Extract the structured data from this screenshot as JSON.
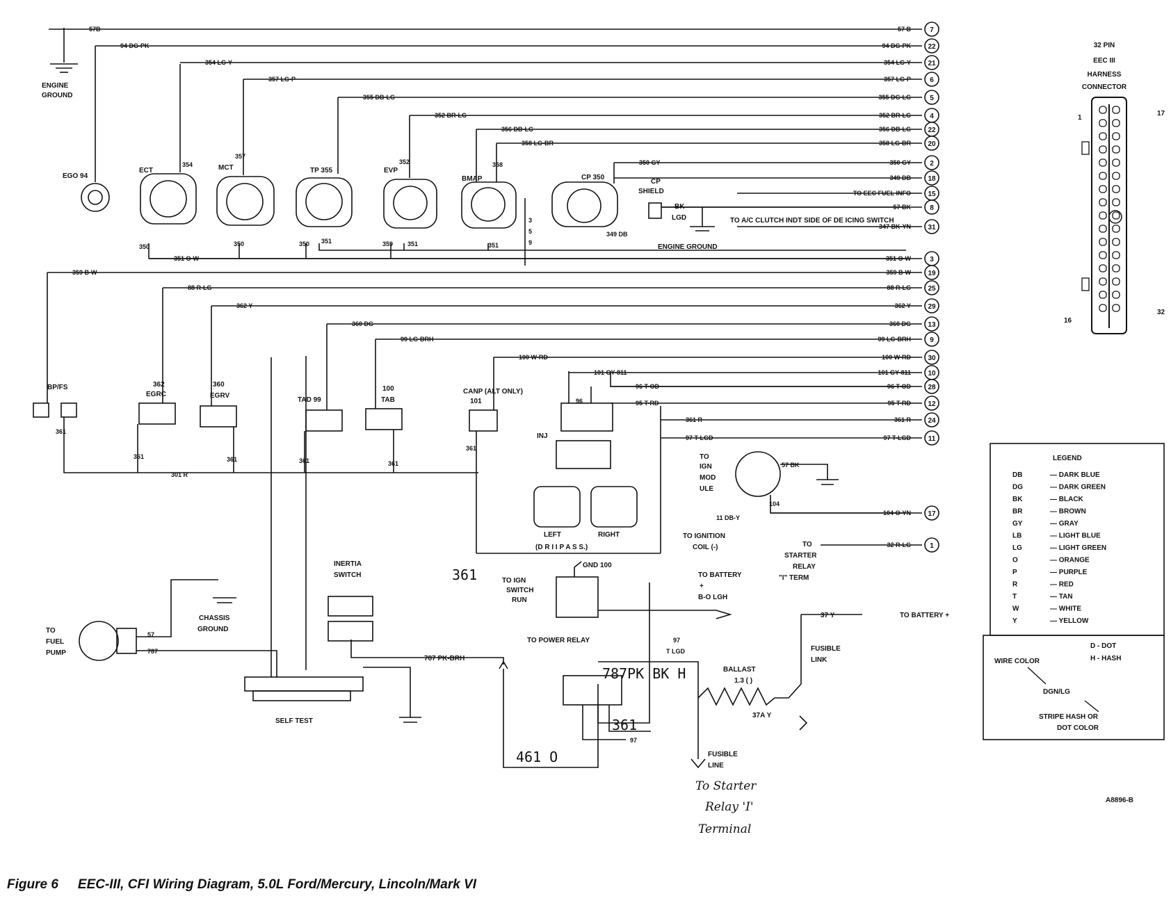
{
  "caption": {
    "figure": "Figure 6",
    "title": "EEC-III, CFI Wiring Diagram, 5.0L Ford/Mercury, Lincoln/Mark VI"
  },
  "harness_connector": {
    "title_lines": [
      "32 PIN",
      "EEC III",
      "HARNESS",
      "CONNECTOR"
    ],
    "pin_labels": [
      "1",
      "17",
      "16",
      "32"
    ]
  },
  "wires": [
    {
      "left": "57B",
      "right": "57 B",
      "pin": "7"
    },
    {
      "left": "94 DG-PK",
      "right": "94 DG-PK",
      "pin": "22"
    },
    {
      "left": "354 LG-Y",
      "right": "354 LG-Y",
      "pin": "21"
    },
    {
      "left": "357 LG-P",
      "right": "357 LG-P",
      "pin": "6"
    },
    {
      "left": "355 DB-LG",
      "right": "355 DG-LG",
      "pin": "5"
    },
    {
      "left": "352 BR-LG",
      "right": "352 BR-LG",
      "pin": "4"
    },
    {
      "left": "356 DB-LG",
      "right": "356 DB-LG",
      "pin": "22"
    },
    {
      "left": "358 LG-BR",
      "right": "358 LG-BR",
      "pin": "20"
    },
    {
      "left": "350 GY",
      "right": "350 GY",
      "pin": "2"
    },
    {
      "left": "",
      "right": "349 DB",
      "pin": "18"
    },
    {
      "left": "",
      "right": "TO EEC FUEL INFO",
      "pin": "15"
    },
    {
      "left": "",
      "right": "57 BK",
      "pin": "8"
    },
    {
      "left": "",
      "right": "347 BK-YN",
      "pin": "31"
    },
    {
      "left": "351 O-W",
      "right": "351 O-W",
      "pin": "3"
    },
    {
      "left": "359 B-W",
      "right": "359 B-W",
      "pin": "19"
    },
    {
      "left": "88 R-LG",
      "right": "88 R-LG",
      "pin": "25"
    },
    {
      "left": "362 Y",
      "right": "362 Y",
      "pin": "29"
    },
    {
      "left": "360 DG",
      "right": "360 DG",
      "pin": "13"
    },
    {
      "left": "99 LG-BRH",
      "right": "99 LG-BRH",
      "pin": "9"
    },
    {
      "left": "100 W-RD",
      "right": "100 W-RD",
      "pin": "30"
    },
    {
      "left": "101 GY-811",
      "right": "101 GY-811",
      "pin": "10"
    },
    {
      "left": "96 T-OD",
      "right": "96 T-OD",
      "pin": "28"
    },
    {
      "left": "95 T-RD",
      "right": "95 T-RD",
      "pin": "12"
    },
    {
      "left": "361 R",
      "right": "361 R",
      "pin": "24"
    },
    {
      "left": "97 T-LGD",
      "right": "97 T-LGD",
      "pin": "11"
    },
    {
      "left": "",
      "right": "104 O-YN",
      "pin": "17"
    },
    {
      "left": "",
      "right": "32 R-LG",
      "pin": "1"
    }
  ],
  "components": {
    "engine_ground": [
      "ENGINE",
      "GROUND"
    ],
    "ego": "EGO 94",
    "ect": "ECT",
    "mct": "MCT",
    "tp": "TP 355",
    "evp": "EVP",
    "bmap": "BMAP",
    "cp": "CP 350",
    "cp_shield": [
      "CP",
      "SHIELD"
    ],
    "bk_lgd": [
      "BK",
      "LGD"
    ],
    "to_ac": "TO A/C CLUTCH INDT SIDE OF DE ICING SWITCH",
    "engine_ground2": "ENGINE GROUND",
    "bp": "BP/FS",
    "egrc": [
      "362",
      "EGRC"
    ],
    "egrv": [
      "360",
      "EGRV"
    ],
    "tad": "TAD 99",
    "tab": [
      "100",
      "TAB"
    ],
    "canp": "CANP (ALT ONLY)",
    "canp_num": "101",
    "inj": "INJ",
    "inj_left": "LEFT",
    "inj_right": "RIGHT",
    "inj_note": "(D R I I P A S S.)",
    "ign_module": [
      "TO",
      "IGN",
      "MOD",
      "ULE"
    ],
    "to_ignition": [
      "TO IGNITION",
      "COIL (-)"
    ],
    "to_starter": [
      "TO",
      "STARTER",
      "RELAY",
      "\"I\" TERM"
    ],
    "to_battery": [
      "TO BATTERY",
      "+",
      "B-O LGH"
    ],
    "inertia_switch": [
      "INERTIA",
      "SWITCH"
    ],
    "chassis_ground": [
      "CHASSIS",
      "GROUND"
    ],
    "fuel_pump": [
      "TO",
      "FUEL",
      "PUMP"
    ],
    "power_relay": "TO POWER RELAY",
    "to_ign_switch": [
      "TO IGN",
      "SWITCH",
      "RUN"
    ],
    "gnd_relay": "GND 100",
    "self_test": "SELF TEST",
    "ballast": [
      "BALLAST",
      "1.3 ( )"
    ],
    "fusible_link": [
      "FUSIBLE",
      "LINK"
    ],
    "fusible_link2": [
      "FUSIBLE",
      "LINE"
    ],
    "to_battery_plus": "TO BATTERY +",
    "wire_37y": "37 Y",
    "wire_37ay": "37A Y",
    "wire_787": "787 PK-BRH",
    "part_number": "A8896-B"
  },
  "small_labels": {
    "n350": "350",
    "n351": "351",
    "n359": "359",
    "n361": "361",
    "n57": "57",
    "n787": "787",
    "n97": "97",
    "n104": "104",
    "n11": "11 DB-Y",
    "n57bk": "57 BK",
    "n357": "357",
    "n354": "354",
    "n352": "352",
    "n358": "358",
    "n96": "96",
    "n301r": "301 R",
    "n3": "3",
    "n5": "5",
    "n9": "9",
    "n97t": "97",
    "n97lgd": "T LGD"
  },
  "handwritten": {
    "n361_left": "361",
    "n787": "787PK BK H",
    "n361_relay": "361",
    "n461": "461 O",
    "note": [
      "To Starter",
      "Relay 'I'",
      "Terminal"
    ]
  },
  "legend": {
    "title": "LEGEND",
    "items": [
      [
        "DB",
        "DARK BLUE"
      ],
      [
        "DG",
        "DARK GREEN"
      ],
      [
        "BK",
        "BLACK"
      ],
      [
        "BR",
        "BROWN"
      ],
      [
        "GY",
        "GRAY"
      ],
      [
        "LB",
        "LIGHT BLUE"
      ],
      [
        "LG",
        "LIGHT GREEN"
      ],
      [
        "O",
        "ORANGE"
      ],
      [
        "P",
        "PURPLE"
      ],
      [
        "R",
        "RED"
      ],
      [
        "T",
        "TAN"
      ],
      [
        "W",
        "WHITE"
      ],
      [
        "Y",
        "YELLOW"
      ]
    ],
    "wire_color": "WIRE COLOR",
    "dot": "D - DOT",
    "hash": "H - HASH",
    "example": "DGN/LG",
    "stripe": [
      "STRIPE HASH OR",
      "DOT COLOR"
    ]
  }
}
